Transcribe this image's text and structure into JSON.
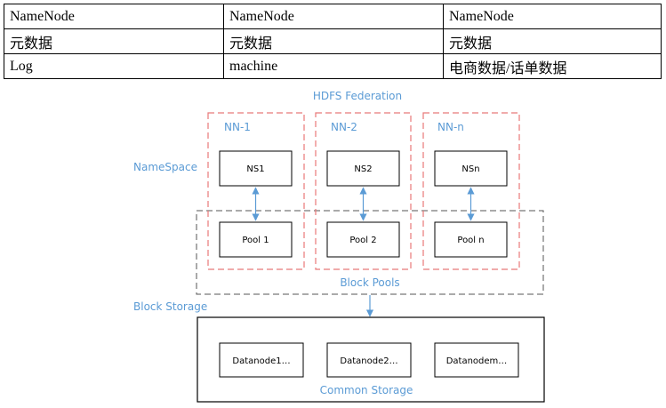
{
  "table": {
    "rows": [
      [
        "NameNode",
        "NameNode",
        "NameNode"
      ],
      [
        "元数据",
        "元数据",
        "元数据"
      ],
      [
        "Log",
        "machine",
        "电商数据/话单数据"
      ]
    ]
  },
  "diagram": {
    "title": "HDFS Federation",
    "namespace_label": "NameSpace",
    "block_storage_label": "Block Storage",
    "block_pools_label": "Block Pools",
    "common_storage_label": "Common Storage",
    "namenodes": [
      {
        "group": "NN-1",
        "ns": "NS1",
        "pool": "Pool 1"
      },
      {
        "group": "NN-2",
        "ns": "NS2",
        "pool": "Pool 2"
      },
      {
        "group": "NN-n",
        "ns": "NSn",
        "pool": "Pool n"
      }
    ],
    "datanodes": [
      "Datanode1…",
      "Datanode2…",
      "Datanodem…"
    ],
    "colors": {
      "accent": "#5b9bd5",
      "dashed_red": "#e87979",
      "dashed_gray": "#555555"
    }
  }
}
